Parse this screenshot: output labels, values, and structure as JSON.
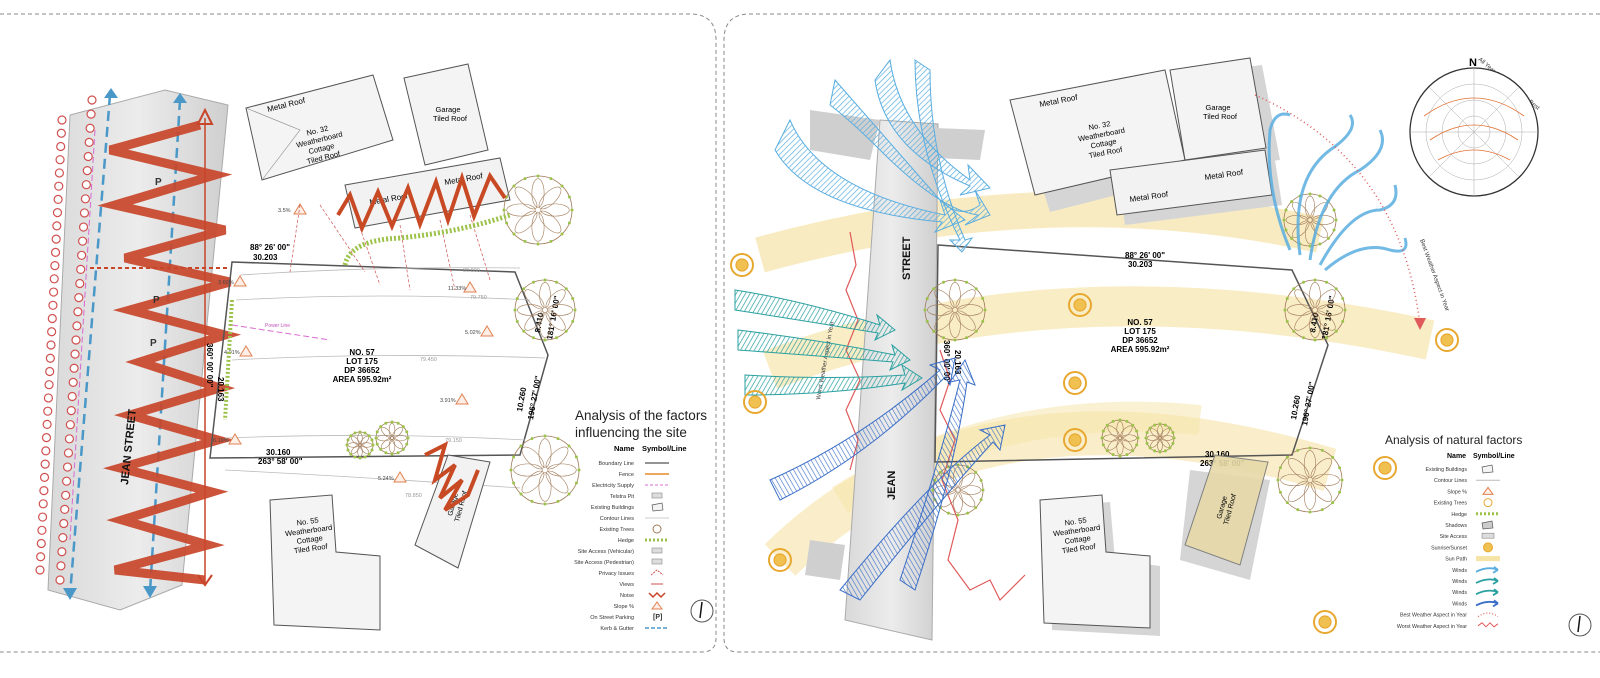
{
  "left_panel": {
    "street_name": "JEAN   STREET",
    "parking_label": "P",
    "lot": {
      "number": "NO. 57",
      "lot": "LOT 175",
      "dp": "DP 36652",
      "area": "AREA 595.92m²"
    },
    "bearings": {
      "top_angle": "88° 26' 00\"",
      "top_length": "30.203",
      "bottom_length": "30.160",
      "bottom_angle": "263° 58' 00\"",
      "right_length": "8.410",
      "right_angle": "181° 16' 00\"",
      "lower_right_length": "10.260",
      "lower_right_angle": "196° 27' 00\"",
      "left_length": "20.163",
      "left_angle": "360° 00' 00\""
    },
    "slopes": [
      "3.5%",
      "3.60%",
      "11.33%",
      "5.02%",
      "4.01%",
      "3.91%",
      "6.19%",
      "5.24%"
    ],
    "contours": [
      "80.000",
      "79.750",
      "79.450",
      "79.150",
      "78.850"
    ],
    "buildings": {
      "no32": [
        "No. 32",
        "Weatherboard",
        "Cottage",
        "Tiled Roof"
      ],
      "metal_roof": "Metal Roof",
      "garage": [
        "Garage",
        "Tiled Roof"
      ],
      "no55": [
        "No. 55",
        "Weatherboard",
        "Cottage",
        "Tiled Roof"
      ]
    },
    "power_line": "Power Line",
    "legend": {
      "title_line1": "Analysis of the factors",
      "title_line2": "influencing the site",
      "col_name": "Name",
      "col_symbol": "Symbol/Line",
      "items": [
        "Boundary Line",
        "Fence",
        "Electricity Supply",
        "Telstra Pit",
        "Existing Buildings",
        "Contour Lines",
        "Existing Trees",
        "Hedge",
        "Site Access (Vehicular)",
        "Site Access (Pedestrian)",
        "Privacy Issues",
        "Views",
        "Noise",
        "Slope %",
        "On Street Parking",
        "Kerb & Gutter"
      ]
    }
  },
  "right_panel": {
    "street_top": "STREET",
    "street_bottom": "JEAN",
    "lot": {
      "number": "NO. 57",
      "lot": "LOT 175",
      "dp": "DP 36652",
      "area": "AREA 595.92m²"
    },
    "bearings": {
      "top_angle": "88° 26' 00\"",
      "top_length": "30.203",
      "bottom_length": "30.160",
      "bottom_angle": "263° 58' 00\"",
      "right_length": "8.410",
      "right_angle": "181° 16' 00\"",
      "lower_right_length": "10.260",
      "lower_right_angle": "196° 27' 00\"",
      "left_length": "20.163",
      "left_angle": "360° 00' 00\""
    },
    "worst_aspect": "Worst Weather Aspect in Year",
    "best_aspect": "Best Weather Aspect in Year",
    "all_year_aspect": "All Year Aspect Weather Best",
    "compass_north": "N",
    "legend": {
      "title": "Analysis of natural factors",
      "col_name": "Name",
      "col_symbol": "Symbol/Line",
      "items": [
        "Existing Buildings",
        "Contour Lines",
        "Slope %",
        "Existing Trees",
        "Hedge",
        "Shadows",
        "Site Access",
        "Sunrise/Sunset",
        "Sun Path",
        "Winds",
        "Winds",
        "Winds",
        "Winds",
        "Best Weather Aspect in Year",
        "Worst Weather Aspect in Year"
      ]
    }
  },
  "colors": {
    "zigzag": "#c8452a",
    "fence": "#e88a2a",
    "electric": "#d86ad0",
    "kerb": "#4a98c8",
    "hedge": "#9cc24a",
    "wind_blue": "#5aaee0",
    "wind_teal": "#2aa0a0",
    "wind_dark": "#3a6ec8",
    "sun": "#f0c050",
    "sun_path": "#f6e3a6",
    "aspect_red": "#e05a5a"
  }
}
